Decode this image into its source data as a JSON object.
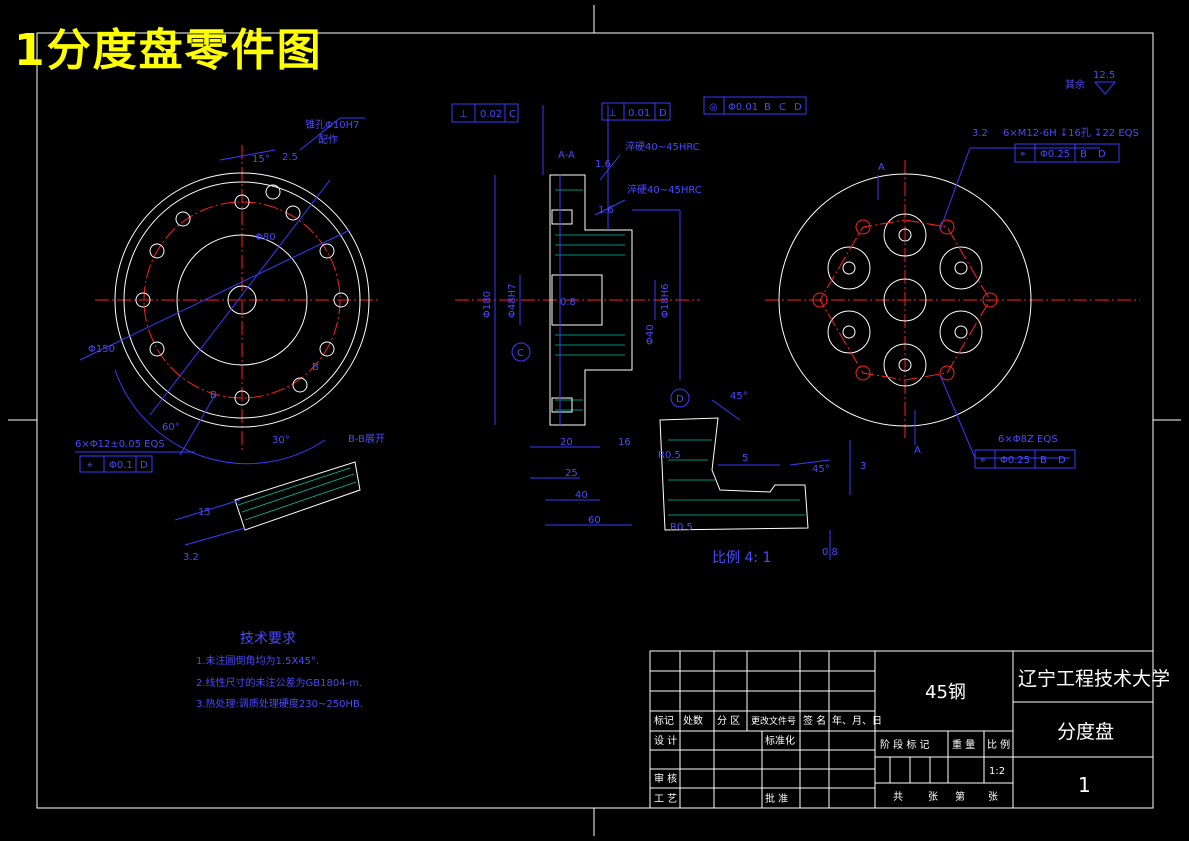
{
  "title": "1分度盘零件图",
  "left_view": {
    "dims": [
      "锥孔Φ10H7",
      "配作",
      "15°",
      "2.5",
      "Φ80",
      "Φ150",
      "B",
      "B",
      "60°",
      "30°",
      "B-B展开"
    ],
    "note_hole": "6×Φ12±0.05 EQS",
    "tolerance": [
      "⌖",
      "Φ0.1",
      "D"
    ]
  },
  "section_view": {
    "label": "A-A",
    "gdt_left": [
      "⊥",
      "0.02",
      "C"
    ],
    "gdt_mid": [
      "⊥",
      "0.01",
      "D"
    ],
    "gdt_right": [
      "◎",
      "Φ0.01",
      "B",
      "C",
      "D"
    ],
    "surface": [
      "1.6",
      "1.6",
      "0.8"
    ],
    "hardness": [
      "淬硬40~45HRC",
      "淬硬40~45HRC"
    ],
    "dims": [
      "Φ180",
      "Φ48H7",
      "Φ18H6",
      "Φ40",
      "20",
      "16",
      "25",
      "40",
      "60"
    ],
    "datums": [
      "C",
      "D"
    ]
  },
  "detail_view": {
    "dims": [
      "45°",
      "45°",
      "5",
      "3",
      "R0.5",
      "R0.5",
      "0.8"
    ],
    "scale": "比例 4: 1"
  },
  "expanded_view": {
    "dims": [
      "15",
      "3.2"
    ]
  },
  "right_view": {
    "roughness_rest": "其余",
    "roughness_val": "12.5",
    "surface": "3.2",
    "note_top": "6×M12-6H ↧16孔 ↧22 EQS",
    "tol_top": [
      "⌖",
      "Φ0.25",
      "B",
      "D"
    ],
    "note_bottom": "6×Φ8Z EQS",
    "tol_bottom": [
      "⌖",
      "Φ0.25",
      "B",
      "D"
    ],
    "label_a_top": "A",
    "label_a_bottom": "A"
  },
  "tech_req": {
    "heading": "技术要求",
    "items": [
      "1.未注圆倒角均为1.5X45°.",
      "2.线性尺寸的未注公差为GB1804-m.",
      "3.热处理:调质处理硬度230~250HB."
    ]
  },
  "title_block": {
    "material": "45钢",
    "school": "辽宁工程技术大学",
    "part_name": "分度盘",
    "drawing_no": "1",
    "scale": "1:2",
    "headers": [
      "标记",
      "处数",
      "分 区",
      "更改文件号",
      "签 名",
      "年、月、日"
    ],
    "row_design": [
      "设 计",
      "标准化"
    ],
    "row_check": "审 核",
    "row_craft": [
      "工 艺",
      "批 准"
    ],
    "stage_headers": [
      "阶 段 标 记",
      "重 量",
      "比 例"
    ],
    "sheet": [
      "共",
      "张",
      "第",
      "张"
    ]
  },
  "colors": {
    "red": "#ff2020",
    "blue": "#3a3aff",
    "green": "#00c0a0",
    "yellow": "#ffff00"
  }
}
